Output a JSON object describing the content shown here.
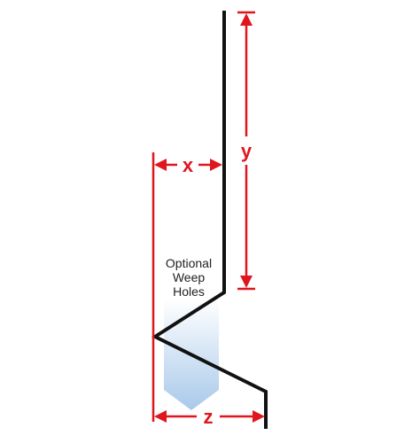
{
  "dimensions": {
    "x_label": "x",
    "y_label": "y",
    "z_label": "z"
  },
  "annotation": {
    "line1": "Optional",
    "line2": "Weep",
    "line3": "Holes"
  },
  "colors": {
    "profile": "#111111",
    "dimension": "#e0161e",
    "arrow_top": "#ffffff",
    "arrow_bottom": "#a9c9ea",
    "text": "#222222"
  }
}
